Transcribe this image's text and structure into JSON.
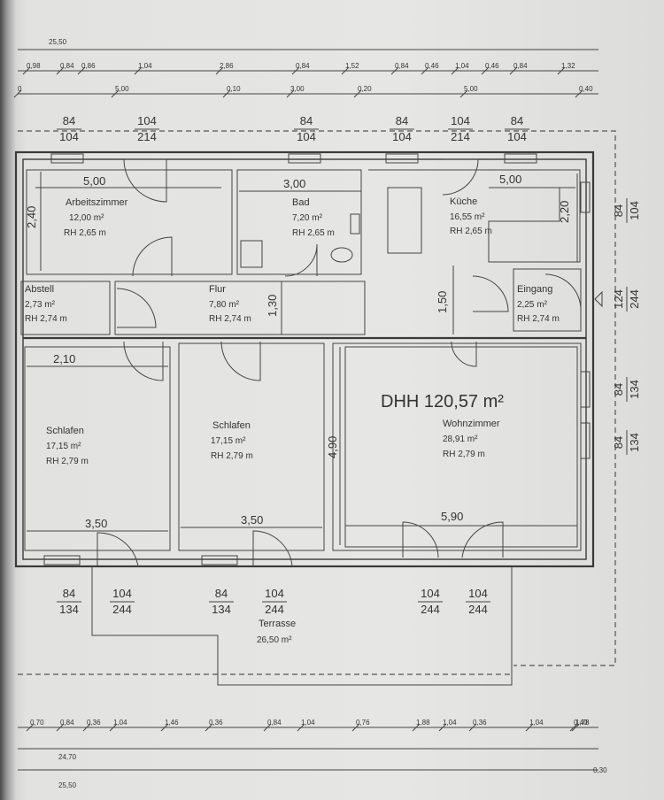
{
  "top_dims": {
    "row1_total": "25,50",
    "row2": [
      "0,98",
      "0,84",
      "0,86",
      "1,04",
      "2,86",
      "0,84",
      "1,52",
      "0,84",
      "0,46",
      "1,04",
      "0,46",
      "0,84",
      "1,32"
    ],
    "row3": [
      "0",
      "5,00",
      "0,10",
      "3,00",
      "0,20",
      "5,00",
      "0,40"
    ]
  },
  "bottom_dims": {
    "row1": [
      "0,70",
      "0,84",
      "0,36",
      "1,04",
      "1,46",
      "0,36",
      "0,84",
      "1,04",
      "0,76",
      "1,88",
      "1,04",
      "0,36",
      "1,04",
      "1,78",
      "0,40"
    ],
    "row2_total": "24,70",
    "row3_total": "25,50",
    "row3_end": "0,30"
  },
  "windows_top": [
    {
      "n": "84",
      "d": "104"
    },
    {
      "n": "104",
      "d": "214"
    },
    {
      "n": "84",
      "d": "104"
    },
    {
      "n": "84",
      "d": "104"
    },
    {
      "n": "104",
      "d": "214"
    },
    {
      "n": "84",
      "d": "104"
    }
  ],
  "windows_right": [
    {
      "n": "84",
      "d": "104"
    },
    {
      "n": "124",
      "d": "244"
    },
    {
      "n": "84",
      "d": "134"
    },
    {
      "n": "84",
      "d": "134"
    }
  ],
  "windows_bottom": [
    {
      "n": "84",
      "d": "134"
    },
    {
      "n": "104",
      "d": "244"
    },
    {
      "n": "84",
      "d": "134"
    },
    {
      "n": "104",
      "d": "244"
    },
    {
      "n": "104",
      "d": "244"
    },
    {
      "n": "104",
      "d": "244"
    }
  ],
  "rooms": {
    "arbeitszimmer": {
      "name": "Arbeitszimmer",
      "area": "12,00 m²",
      "height": "RH 2,65 m"
    },
    "bad": {
      "name": "Bad",
      "area": "7,20 m²",
      "height": "RH 2,65 m"
    },
    "kueche": {
      "name": "Küche",
      "area": "16,55 m²",
      "height": "RH 2,65 m"
    },
    "abstell": {
      "name": "Abstell",
      "area": "2,73 m²",
      "height": "RH 2,74 m"
    },
    "flur": {
      "name": "Flur",
      "area": "7,80 m²",
      "height": "RH 2,74 m"
    },
    "eingang": {
      "name": "Eingang",
      "area": "2,25 m²",
      "height": "RH 2,74 m"
    },
    "schlafen1": {
      "name": "Schlafen",
      "area": "17,15 m²",
      "height": "RH 2,79 m"
    },
    "schlafen2": {
      "name": "Schlafen",
      "area": "17,15 m²",
      "height": "RH 2,79 m"
    },
    "wohnzimmer": {
      "name": "Wohnzimmer",
      "area": "28,91 m²",
      "height": "RH 2,79 m"
    },
    "terrasse": {
      "name": "Terrasse",
      "area": "26,50 m²"
    }
  },
  "total_area": "DHH 120,57 m²",
  "room_dims": {
    "arbeit_w": "5,00",
    "arbeit_h": "2,40",
    "bad_w": "3,00",
    "kueche_w": "5,00",
    "kueche_h": "2,20",
    "flur_h": "1,30",
    "eingang_h": "1,50",
    "schlafen1_w": "2,10",
    "schlafen1_b": "3,50",
    "schlafen2_b": "3,50",
    "wohn_h": "4,90",
    "wohn_w": "5,90"
  }
}
